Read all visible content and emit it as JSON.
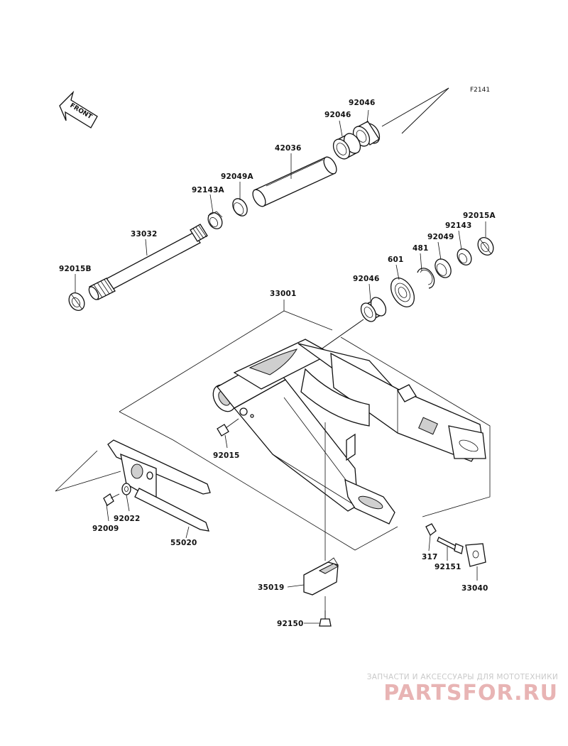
{
  "figure_code": "F2141",
  "front_arrow_label": "FRONT",
  "parts": {
    "p92046_top": "92046",
    "p92046_mid": "92046",
    "p42036": "42036",
    "p92049A": "92049A",
    "p92143A": "92143A",
    "p33032": "33032",
    "p92015B": "92015B",
    "p92015A": "92015A",
    "p92143": "92143",
    "p92049": "92049",
    "p481": "481",
    "p601": "601",
    "p92046_low": "92046",
    "p33001": "33001",
    "p92015": "92015",
    "p92022": "92022",
    "p92009": "92009",
    "p55020": "55020",
    "p317": "317",
    "p92151": "92151",
    "p33040": "33040",
    "p35019": "35019",
    "p92150": "92150"
  },
  "watermark": {
    "caption": "ЗАПЧАСТИ И АКСЕССУАРЫ ДЛЯ МОТОТЕХНИКИ",
    "logo": "PARTSFOR.RU",
    "color": "#e8b4b4"
  }
}
